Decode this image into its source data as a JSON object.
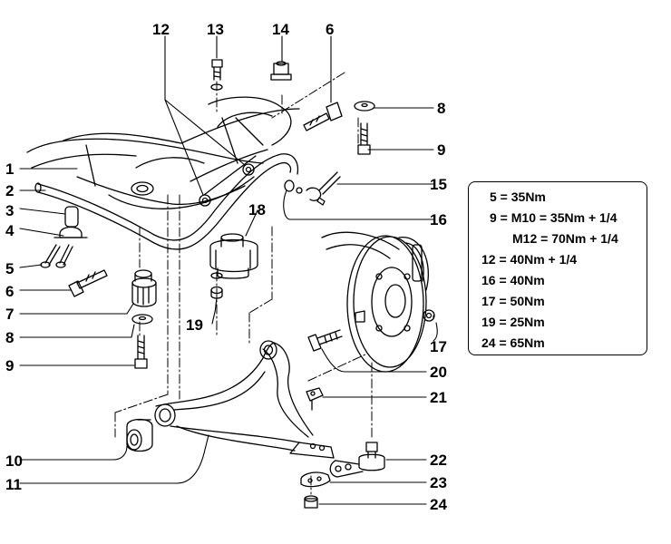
{
  "callouts": [
    "1",
    "2",
    "3",
    "4",
    "5",
    "6",
    "7",
    "8",
    "9",
    "10",
    "11",
    "12",
    "13",
    "14",
    "15",
    "16",
    "17",
    "18",
    "19",
    "20",
    "21",
    "22",
    "23",
    "24"
  ],
  "torque_specs": [
    {
      "text": "5 = 35Nm"
    },
    {
      "text": "9 = M10 = 35Nm + 1/4"
    },
    {
      "text": "M12 = 70Nm + 1/4"
    },
    {
      "text": "12 = 40Nm + 1/4"
    },
    {
      "text": "16 = 40Nm"
    },
    {
      "text": "17 = 50Nm"
    },
    {
      "text": "19 = 25Nm"
    },
    {
      "text": "24 = 65Nm"
    }
  ]
}
